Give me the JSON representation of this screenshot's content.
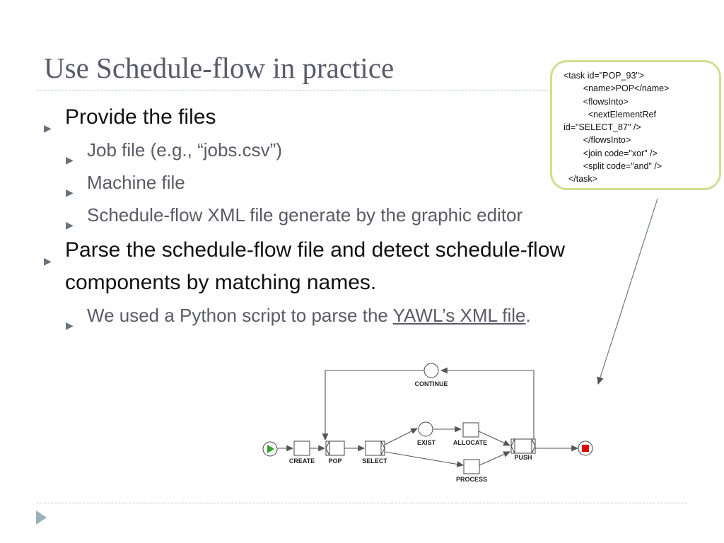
{
  "slide": {
    "title": "Use Schedule-flow in practice",
    "bullets": [
      {
        "text": "Provide the files",
        "sub": [
          "Job file (e.g., “jobs.csv”)",
          "Machine file",
          "Schedule-flow XML file generate by the graphic editor"
        ]
      },
      {
        "text_line1": "Parse the schedule-flow file and detect schedule-flow",
        "text_line2": "components by matching names.",
        "sub_prefix": "We used a Python script to parse the ",
        "sub_link": "YAWL’s XML file",
        "sub_suffix": "."
      }
    ]
  },
  "callout": {
    "xml_lines": [
      "<task id=\"POP_93\">",
      "        <name>POP</name>",
      "        <flowsInto>",
      "          <nextElementRef",
      "id=\"SELECT_87\" />",
      "        </flowsInto>",
      "        <join code=\"xor\" />",
      "        <split code=\"and\" />",
      "  </task>"
    ]
  },
  "diagram": {
    "labels": {
      "continue": "CONTINUE",
      "create": "CREATE",
      "pop": "POP",
      "select": "SELECT",
      "exist": "EXIST",
      "allocate": "ALLOCATE",
      "process": "PROCESS",
      "push": "PUSH"
    }
  },
  "colors": {
    "title": "#5a5a68",
    "callout_border": "#d5dc8f",
    "start": "#33a333",
    "end": "#e00000"
  }
}
